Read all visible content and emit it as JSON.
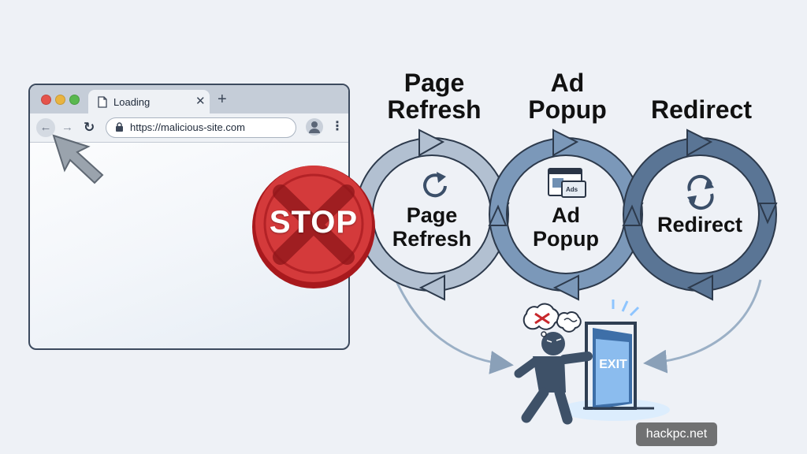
{
  "browser": {
    "tab_title": "Loading",
    "tab_close": "✕",
    "new_tab": "+",
    "back": "←",
    "forward": "→",
    "reload": "↻",
    "url": "https://malicious-site.com",
    "menu": "⋮"
  },
  "headings": {
    "refresh": [
      "Page",
      "Refresh"
    ],
    "popup": [
      "Ad",
      "Popup"
    ],
    "redirect": "Redirect"
  },
  "loops": {
    "refresh": [
      "Page",
      "Refresh"
    ],
    "popup": [
      "Ad",
      "Popup"
    ],
    "redirect": "Redirect"
  },
  "stop_sign": "STOP",
  "popup_badge": "Ads",
  "exit_sign": "EXIT",
  "watermark": "hackpc.net",
  "colors": {
    "loop_light": "#a9b8ca",
    "loop_mid": "#6f8fb2",
    "loop_dark": "#4e6785",
    "stop_red": "#c8282c",
    "figure": "#3e5168"
  }
}
